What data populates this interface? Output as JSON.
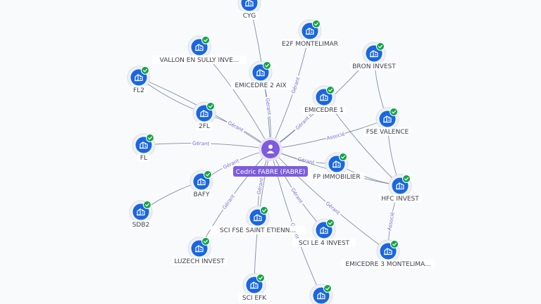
{
  "center": {
    "label": "Cedric FABRE (FABRE)",
    "icon": "person-icon",
    "color": "#7c5cdb"
  },
  "colors": {
    "node": "#1a66e0",
    "check": "#16a34a",
    "edge": "#5b6b86",
    "edge_label": "#7c6fd6"
  },
  "node_icon": "building-icon",
  "edge_labels": [
    "Gérant",
    "Associé"
  ],
  "nodes": [
    {
      "id": "cyg",
      "label": "CYG",
      "verified": false
    },
    {
      "id": "e2f",
      "label": "E2F MONTELIMAR",
      "verified": true
    },
    {
      "id": "vallon",
      "label": "VALLON EN SULLY INVE...",
      "verified": true
    },
    {
      "id": "bron",
      "label": "BRON INVEST",
      "verified": true
    },
    {
      "id": "fl2",
      "label": "FL2",
      "verified": true
    },
    {
      "id": "emi2aix",
      "label": "EMICEDRE 2 AIX",
      "verified": true
    },
    {
      "id": "emi1",
      "label": "EMICEDRE 1",
      "verified": true
    },
    {
      "id": "fl2b",
      "label": "2FL",
      "verified": true
    },
    {
      "id": "fsev",
      "label": "FSE VALENCE",
      "verified": true
    },
    {
      "id": "fl",
      "label": "FL",
      "verified": true
    },
    {
      "id": "fpimmo",
      "label": "FP IMMOBILIER",
      "verified": true
    },
    {
      "id": "bafy",
      "label": "BAFY",
      "verified": true
    },
    {
      "id": "hfc",
      "label": "HFC INVEST",
      "verified": true
    },
    {
      "id": "sdb2",
      "label": "SDB2",
      "verified": true
    },
    {
      "id": "scifse",
      "label": "SCI FSE SAINT ETIENN...",
      "verified": true
    },
    {
      "id": "scile4",
      "label": "SCI LE 4 INVEST",
      "verified": true
    },
    {
      "id": "luzech",
      "label": "LUZECH INVEST",
      "verified": true
    },
    {
      "id": "emi3",
      "label": "EMICEDRE 3 MONTELIMA...",
      "verified": true
    },
    {
      "id": "sciefk",
      "label": "SCI EFK",
      "verified": true
    },
    {
      "id": "bottom",
      "label": "",
      "verified": true
    }
  ],
  "edges": [
    {
      "from": "center",
      "to": "cyg",
      "label": ""
    },
    {
      "from": "center",
      "to": "e2f",
      "label": "Gérant"
    },
    {
      "from": "center",
      "to": "vallon",
      "label": ""
    },
    {
      "from": "center",
      "to": "bron",
      "label": ""
    },
    {
      "from": "center",
      "to": "fl2",
      "label": ""
    },
    {
      "from": "center",
      "to": "emi2aix",
      "label": "Gérant"
    },
    {
      "from": "center",
      "to": "emi1",
      "label": "Gérant"
    },
    {
      "from": "center",
      "to": "fl2b",
      "label": "Gérant"
    },
    {
      "from": "center",
      "to": "fsev",
      "label": "Associé"
    },
    {
      "from": "center",
      "to": "fl",
      "label": "Gérant"
    },
    {
      "from": "center",
      "to": "fpimmo",
      "label": "Gérant"
    },
    {
      "from": "center",
      "to": "bafy",
      "label": "Gérant"
    },
    {
      "from": "center",
      "to": "hfc",
      "label": ""
    },
    {
      "from": "center",
      "to": "scifse",
      "label": "Gérant"
    },
    {
      "from": "center",
      "to": "scile4",
      "label": "Gérant"
    },
    {
      "from": "center",
      "to": "luzech",
      "label": "Gérant"
    },
    {
      "from": "center",
      "to": "emi3",
      "label": "Gérant"
    },
    {
      "from": "center",
      "to": "sciefk",
      "label": "Gérant"
    },
    {
      "from": "center",
      "to": "bottom",
      "label": "Gérant"
    },
    {
      "from": "fsev",
      "to": "hfc",
      "label": ""
    },
    {
      "from": "bron",
      "to": "fsev",
      "label": ""
    },
    {
      "from": "hfc",
      "to": "emi3",
      "label": "Associé"
    },
    {
      "from": "fl2",
      "to": "fl2b",
      "label": ""
    },
    {
      "from": "bafy",
      "to": "sdb2",
      "label": ""
    },
    {
      "from": "emi1",
      "to": "hfc",
      "label": ""
    },
    {
      "from": "fpimmo",
      "to": "hfc",
      "label": ""
    }
  ]
}
